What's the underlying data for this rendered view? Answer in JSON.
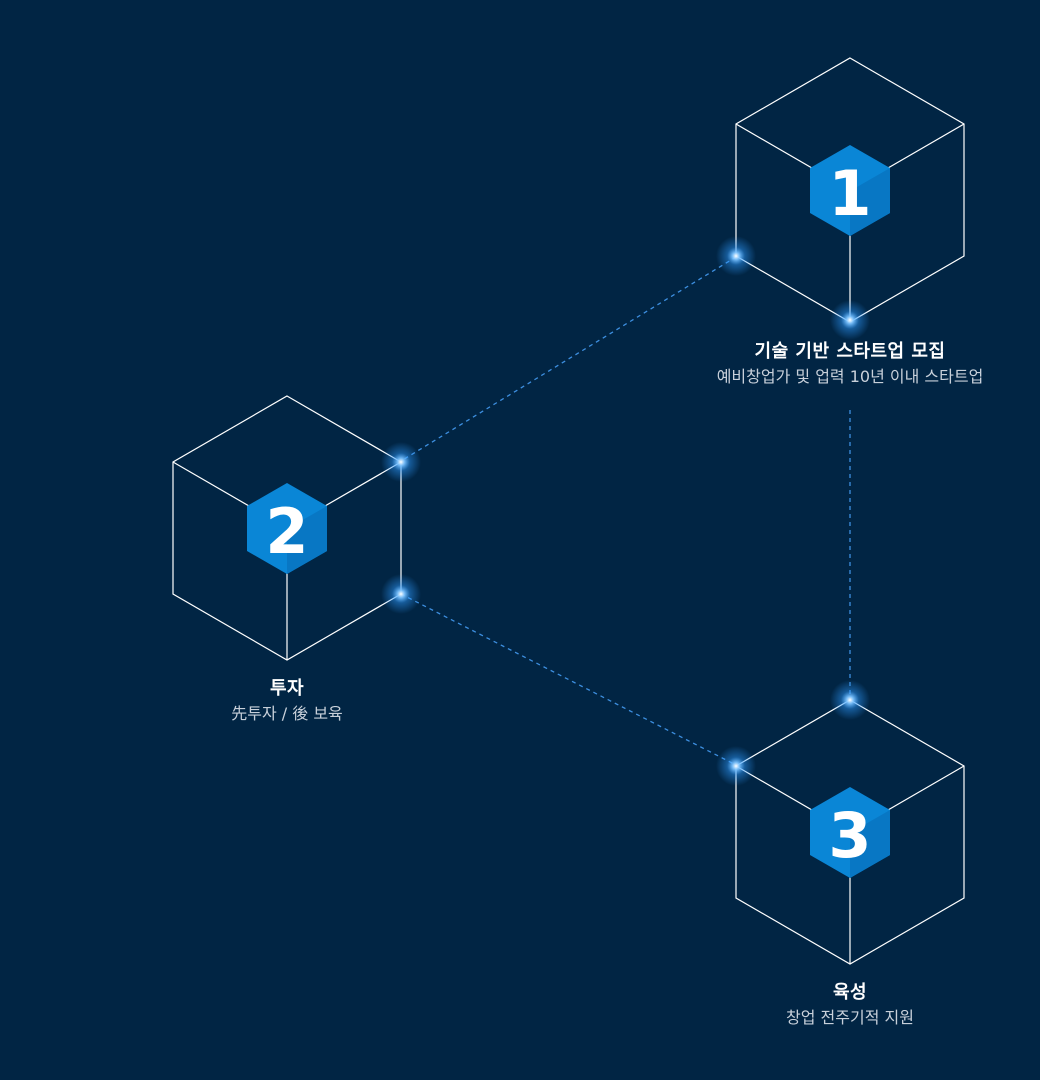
{
  "steps": [
    {
      "number": "1",
      "title": "기술 기반 스타트업 모집",
      "subtitle": "예비창업가 및 업력 10년 이내 스타트업"
    },
    {
      "number": "2",
      "title": "투자",
      "subtitle": "先투자 / 後 보육"
    },
    {
      "number": "3",
      "title": "육성",
      "subtitle": "창업 전주기적 지원"
    }
  ],
  "colors": {
    "background": "#012544",
    "cube_outline": "#ffffff",
    "badge": "#0a86d6",
    "glow": "#2f9bff",
    "connector": "#3d8fe0"
  },
  "icons": [
    "hexagon-badge-icon",
    "cube-outline-icon",
    "glow-dot-icon"
  ]
}
